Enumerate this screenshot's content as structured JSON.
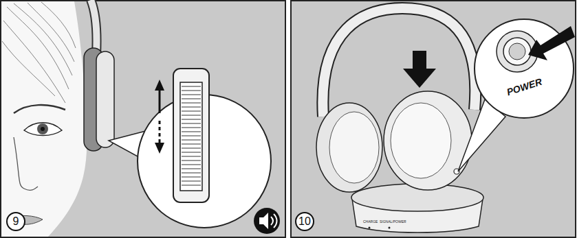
{
  "diagram": {
    "labels": [
      "9",
      "POWER",
      "CHARGE",
      "SIGNAL/POWER",
      "10"
    ]
  }
}
